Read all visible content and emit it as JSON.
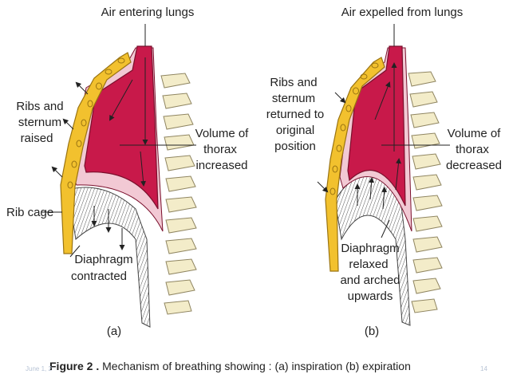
{
  "colors": {
    "lung": "#c8194a",
    "lung_outline": "#7a0f2c",
    "pleura": "#f2c9d4",
    "rib_fill": "#f2c12e",
    "rib_outline": "#9a7412",
    "bone": "#f3ecc9",
    "bone_outline": "#8f8561",
    "diaphragm_line": "#444444",
    "text": "#222222",
    "footer_text": "#b8c4d6"
  },
  "panel_a": {
    "air_label": "Air entering lungs",
    "ribs_label": [
      "Ribs and",
      "sternum",
      "raised"
    ],
    "volume_label": [
      "Volume of",
      "thorax",
      "increased"
    ],
    "ribcage_label": "Rib cage",
    "diaphragm_label": [
      "Diaphragm",
      "contracted"
    ],
    "panel_letter": "(a)"
  },
  "panel_b": {
    "air_label": "Air expelled from lungs",
    "ribs_label": [
      "Ribs and",
      "sternum",
      "returned to",
      "original",
      "position"
    ],
    "volume_label": [
      "Volume of",
      "thorax",
      "decreased"
    ],
    "diaphragm_label": [
      "Diaphragm",
      "relaxed",
      "and arched",
      "upwards"
    ],
    "panel_letter": "(b)"
  },
  "caption": {
    "figure": "Figure 2 .",
    "text": " Mechanism of breathing showing : (a) inspiration  (b) expiration"
  },
  "footer": {
    "left": "June 1, 2",
    "right": "14"
  },
  "icons": [
    "upward-motion-arrow",
    "downward-motion-arrow",
    "airflow-arrow",
    "leader-line"
  ]
}
